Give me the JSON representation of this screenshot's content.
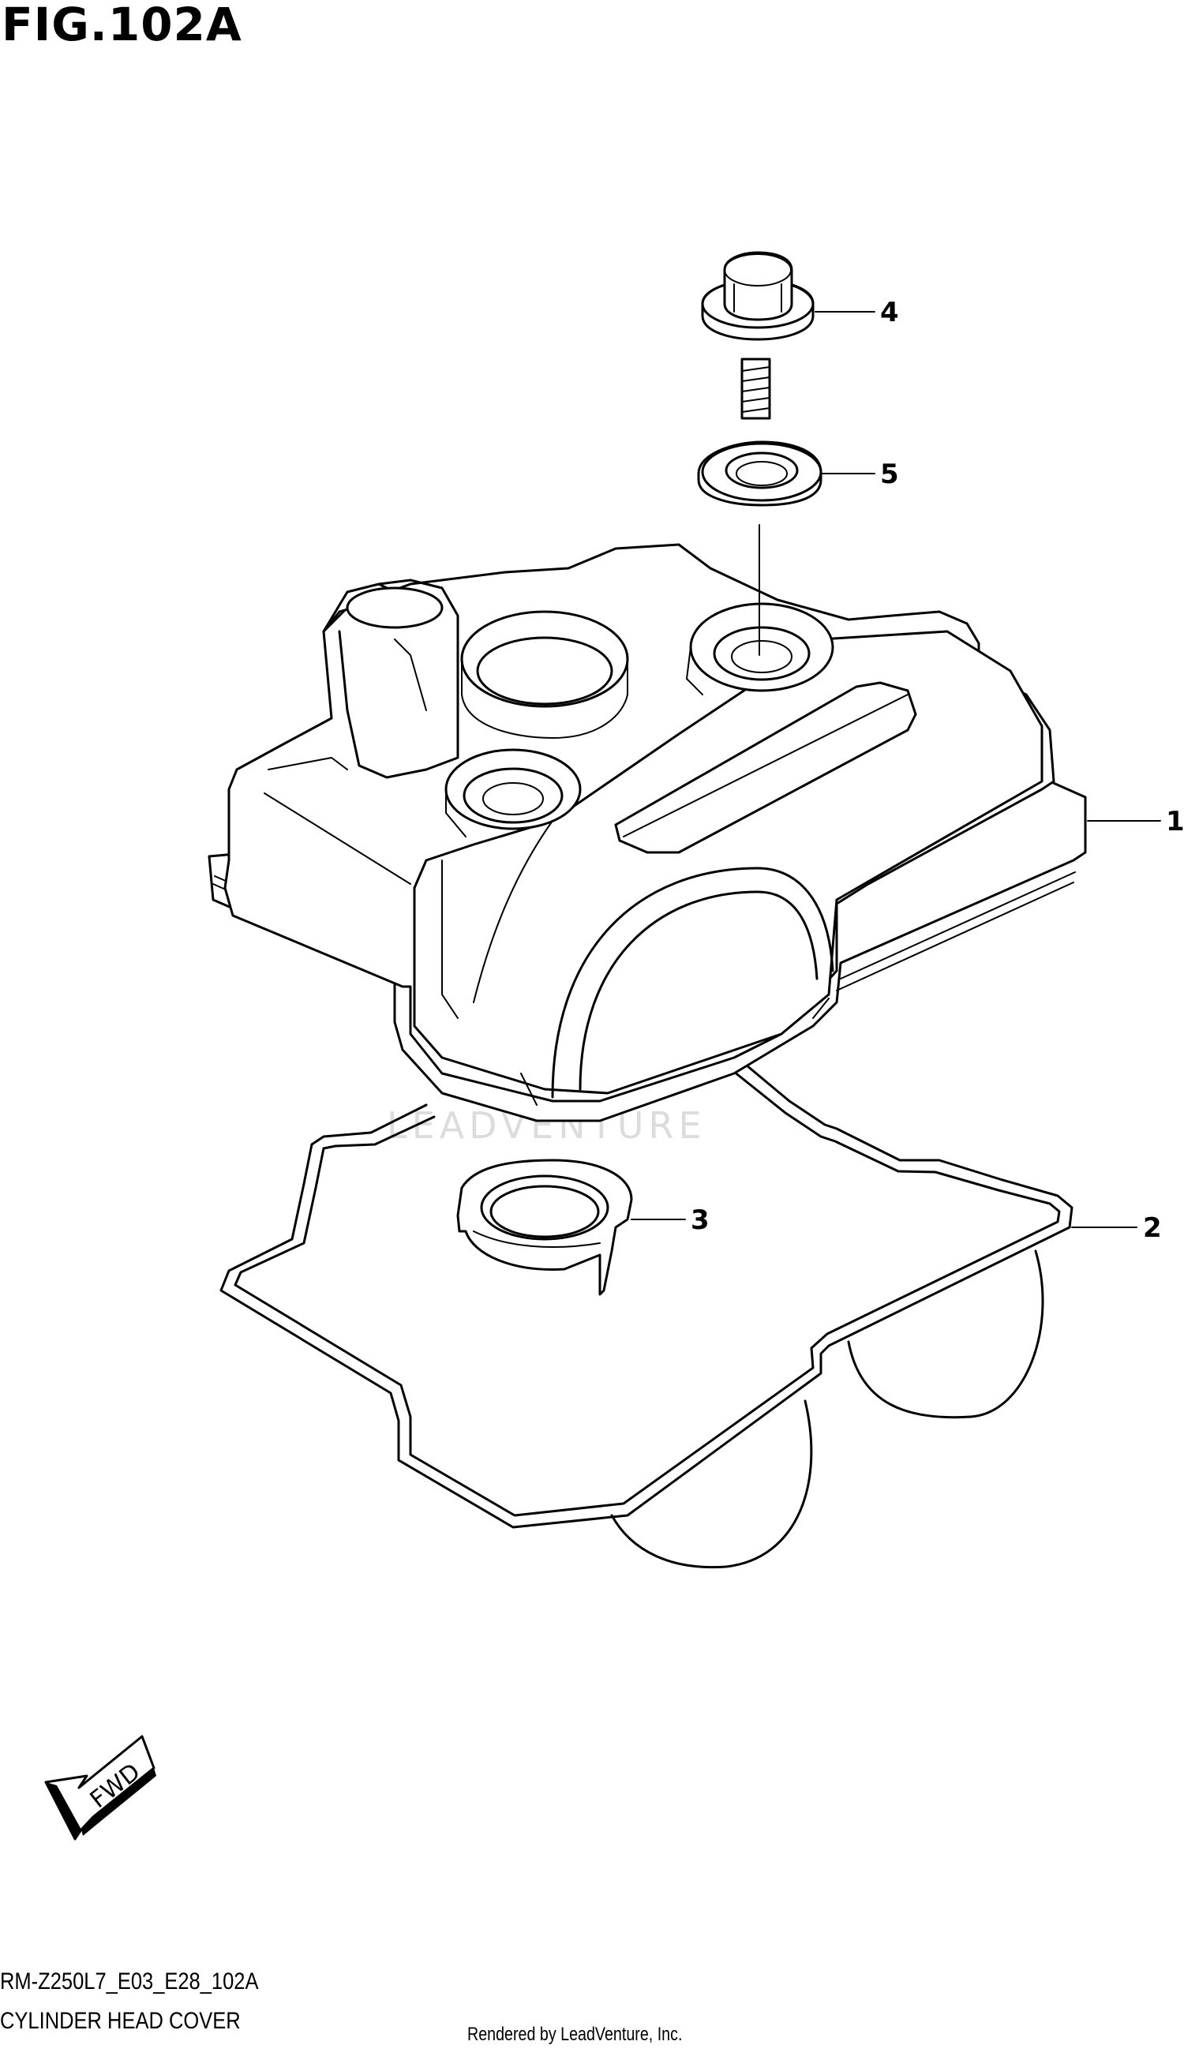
{
  "figure": {
    "title": "FIG.102A",
    "code": "RM-Z250L7_E03_E28_102A",
    "name": "CYLINDER HEAD COVER"
  },
  "callouts": [
    {
      "number": "1"
    },
    {
      "number": "2"
    },
    {
      "number": "3"
    },
    {
      "number": "4"
    },
    {
      "number": "5"
    }
  ],
  "direction_indicator": {
    "label": "FWD"
  },
  "watermark": {
    "text": "LEADVENTURE"
  },
  "footer": {
    "rendered_by": "Rendered by LeadVenture, Inc."
  }
}
